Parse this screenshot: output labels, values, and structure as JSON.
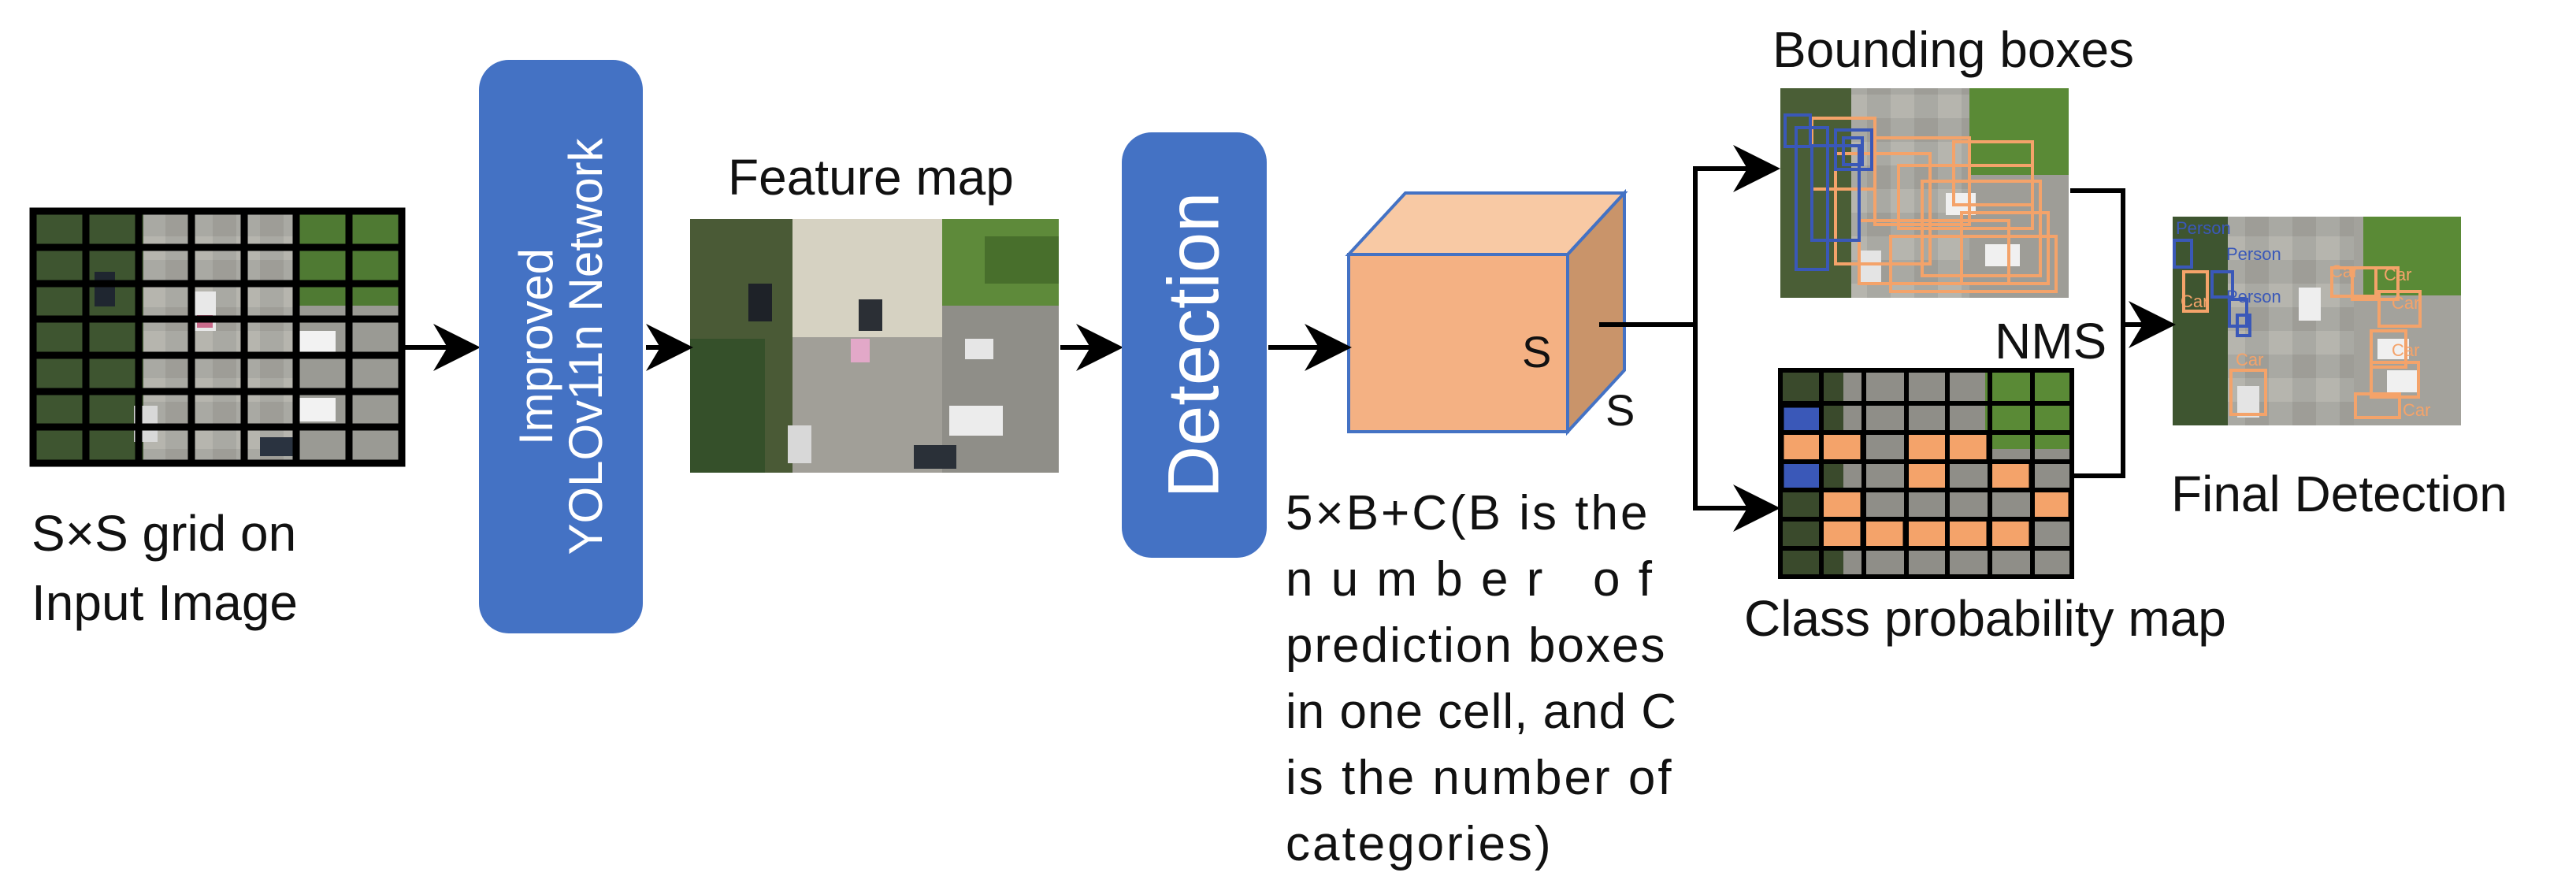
{
  "input_label": [
    "S×S grid on",
    "Input Image"
  ],
  "network_label": [
    "Improved",
    "YOLOv11n Network"
  ],
  "feature_map_label": "Feature map",
  "detection_label": "Detection",
  "cube_labels": {
    "front": "S",
    "side": "S"
  },
  "tensor_description": [
    "5×B+C(B is the",
    "n u m b e r   o f",
    "prediction boxes",
    "in one cell, and C",
    "is the number of",
    "categories)"
  ],
  "bounding_boxes_label": "Bounding boxes",
  "class_probability_label": "Class probability map",
  "nms_label": "NMS",
  "final_detection_label": "Final Detection",
  "detection_tags": [
    "Person",
    "Person",
    "Car",
    "Person",
    "Car",
    "Car",
    "Car",
    "Car",
    "Car",
    "Car"
  ],
  "colors": {
    "accent_blue": "#4472c4",
    "cube_front": "#f4b183",
    "cube_side": "#c9946a",
    "cube_top": "#f8c9a4",
    "box_orange": "#f4a36a",
    "box_blue": "#3a58b8",
    "grid_line": "#000000"
  }
}
